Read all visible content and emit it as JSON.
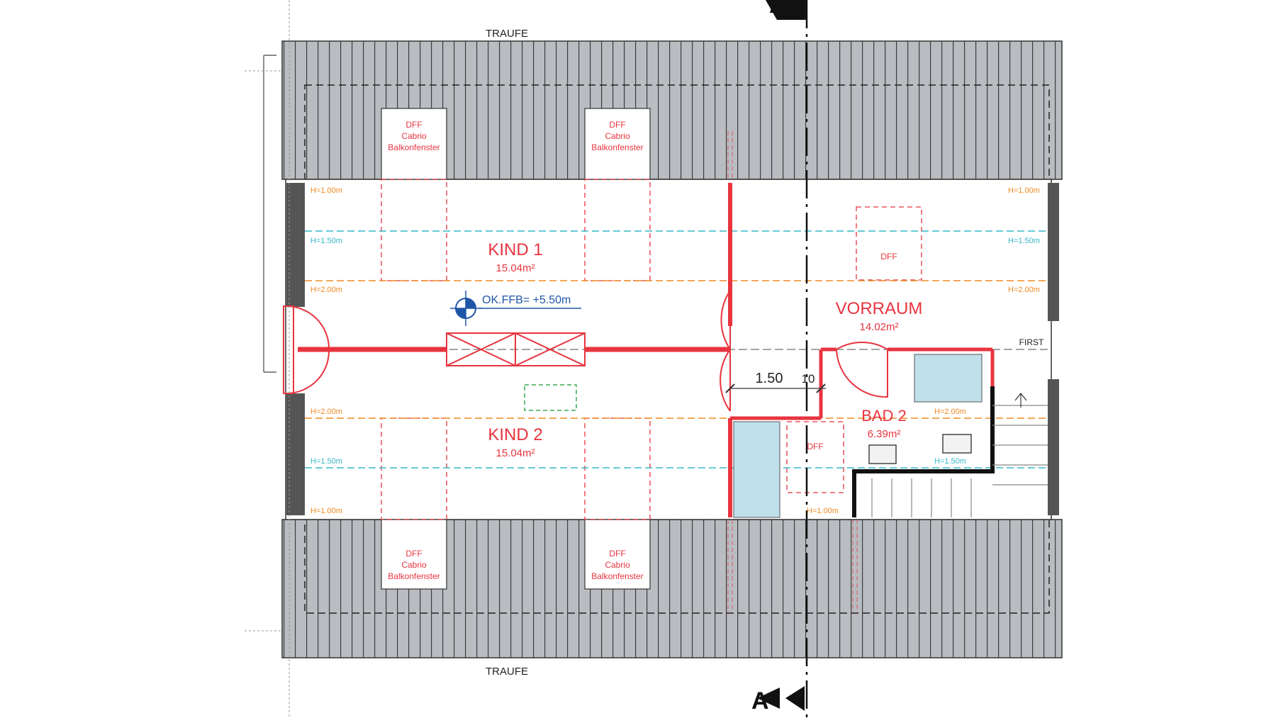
{
  "drawing": {
    "traufe_top": "TRAUFE",
    "traufe_bottom": "TRAUFE",
    "first": "FIRST",
    "elevation": "OK.FFB= +5.50m",
    "section_marker": "A"
  },
  "rooms": {
    "kind1": {
      "name": "KIND 1",
      "area": "15.04m²"
    },
    "kind2": {
      "name": "KIND 2",
      "area": "15.04m²"
    },
    "vorraum": {
      "name": "VORRAUM",
      "area": "14.02m²"
    },
    "bad2": {
      "name": "BAD 2",
      "area": "6.39m²"
    }
  },
  "windows": {
    "dff_line1": "DFF",
    "dff_line2": "Cabrio",
    "dff_line3": "Balkonfenster",
    "dff_plain": "DFF"
  },
  "heights": {
    "h100": "H=1.00m",
    "h150": "H=1.50m",
    "h200": "H=2.00m"
  },
  "dimensions": {
    "d1": "1.50",
    "d2": "10"
  },
  "colors": {
    "wall_red": "#e8343f",
    "roof_grey": "#b9bcc0",
    "line_orange": "#f08a22",
    "line_cyan": "#38b7c9",
    "elevation_blue": "#1f56a7",
    "shower_blue": "#bfe0ea"
  }
}
